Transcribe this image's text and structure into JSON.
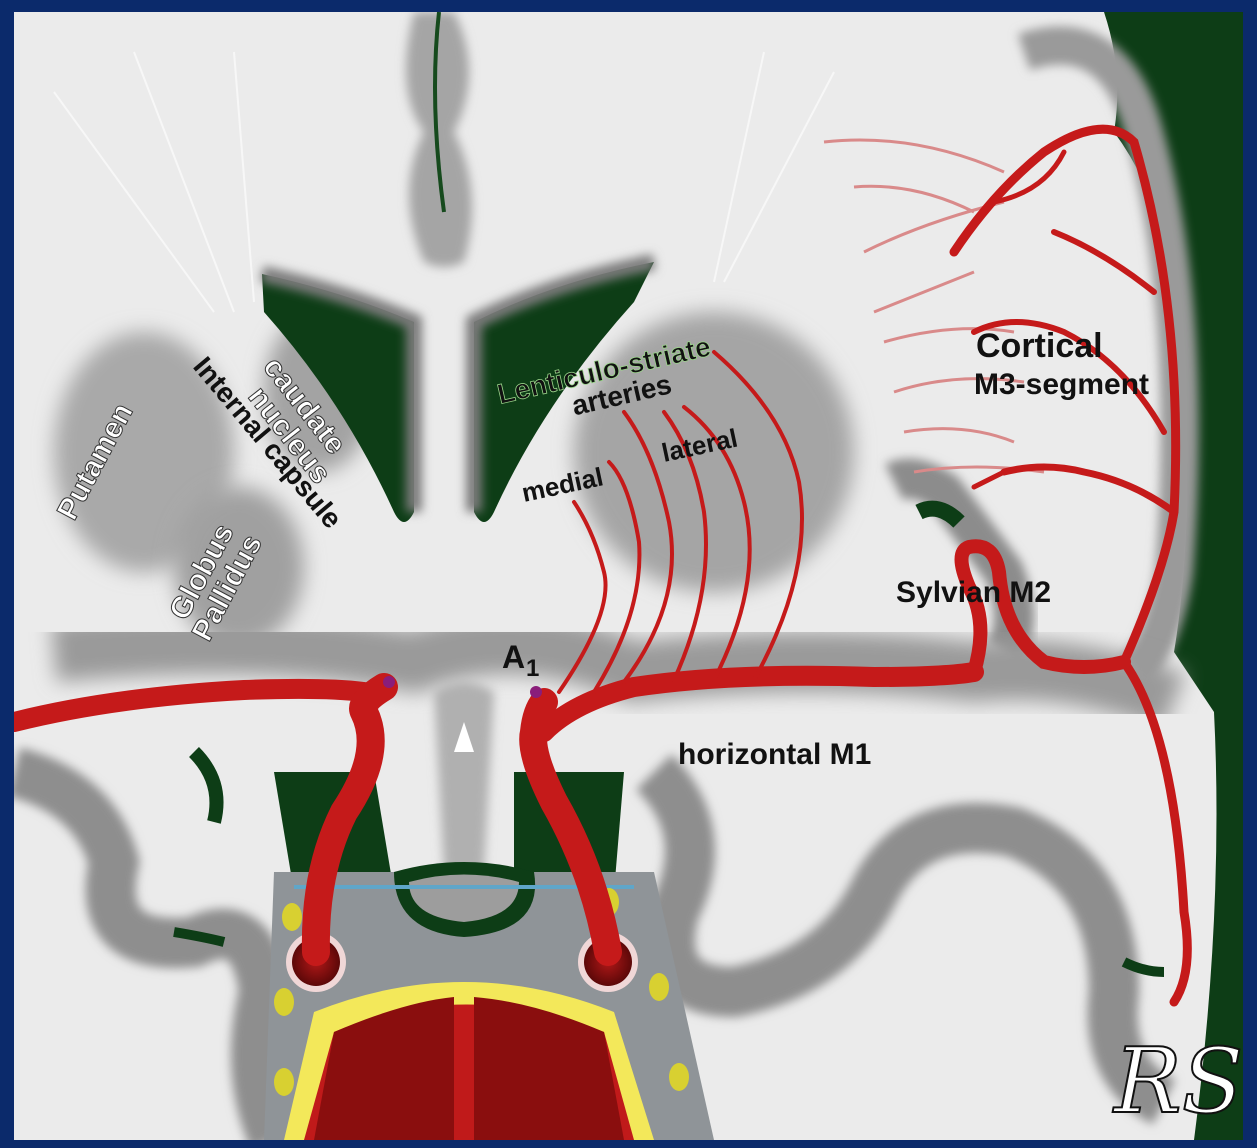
{
  "labels": {
    "caudate_nucleus": [
      "caudate",
      "nucleus"
    ],
    "internal_capsule": "Internal capsule",
    "putamen": "Putamen",
    "globus_pallidus": [
      "Globus",
      "Pallidus"
    ],
    "lenticulo_striate": [
      "Lenticulo-striate",
      "arteries"
    ],
    "medial": "medial",
    "lateral": "lateral",
    "cortical": [
      "Cortical",
      "M3-segment"
    ],
    "sylvian": "Sylvian M2",
    "a1": "A",
    "a1_sub": "1",
    "horizontal": "horizontal M1",
    "signature": "RS"
  },
  "colors": {
    "frame": "#0b2a6b",
    "background_white": "#ebebeb",
    "gray_matter": "#a9a9a9",
    "ventricle": "#0d3d16",
    "artery": "#c51a1a",
    "yellow": "#e9e04a"
  }
}
